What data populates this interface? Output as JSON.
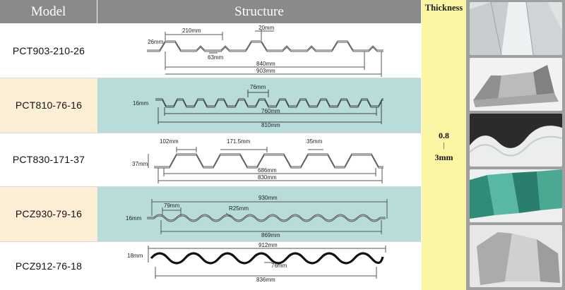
{
  "header": {
    "model": "Model",
    "structure": "Structure",
    "thickness": "Thickness"
  },
  "thickness": {
    "min": "0.8",
    "separator": "|",
    "max": "3mm"
  },
  "rows": [
    {
      "model": "PCT903-210-26",
      "height_label": "26mm",
      "labels": [
        "210mm",
        "20mm",
        "63mm",
        "840mm",
        "903mm"
      ]
    },
    {
      "model": "PCT810-76-16",
      "height_label": "16mm",
      "labels": [
        "76mm",
        "760mm",
        "810mm"
      ]
    },
    {
      "model": "PCT830-171-37",
      "height_label": "37mm",
      "labels": [
        "102mm",
        "171.5mm",
        "35mm",
        "686mm",
        "830mm"
      ]
    },
    {
      "model": "PCZ930-79-16",
      "height_label": "16mm",
      "labels": [
        "930mm",
        "79mm",
        "R25mm",
        "869mm"
      ]
    },
    {
      "model": "PCZ912-76-18",
      "height_label": "18mm",
      "labels": [
        "912mm",
        "76mm",
        "836mm"
      ]
    }
  ],
  "colors": {
    "header_bg": "#8a8a8a",
    "model_alt_bg": "#fdeed6",
    "structure_alt_bg": "#b7dcd9",
    "thickness_bg": "#fbf6a4"
  },
  "photos": [
    {
      "name": "clear-trapezoid-sheet-photo"
    },
    {
      "name": "grey-trapezoid-sheet-photo"
    },
    {
      "name": "white-wave-sheet-photo"
    },
    {
      "name": "green-trapezoid-sheet-photo"
    },
    {
      "name": "grey-trapezoid-stack-photo"
    }
  ]
}
